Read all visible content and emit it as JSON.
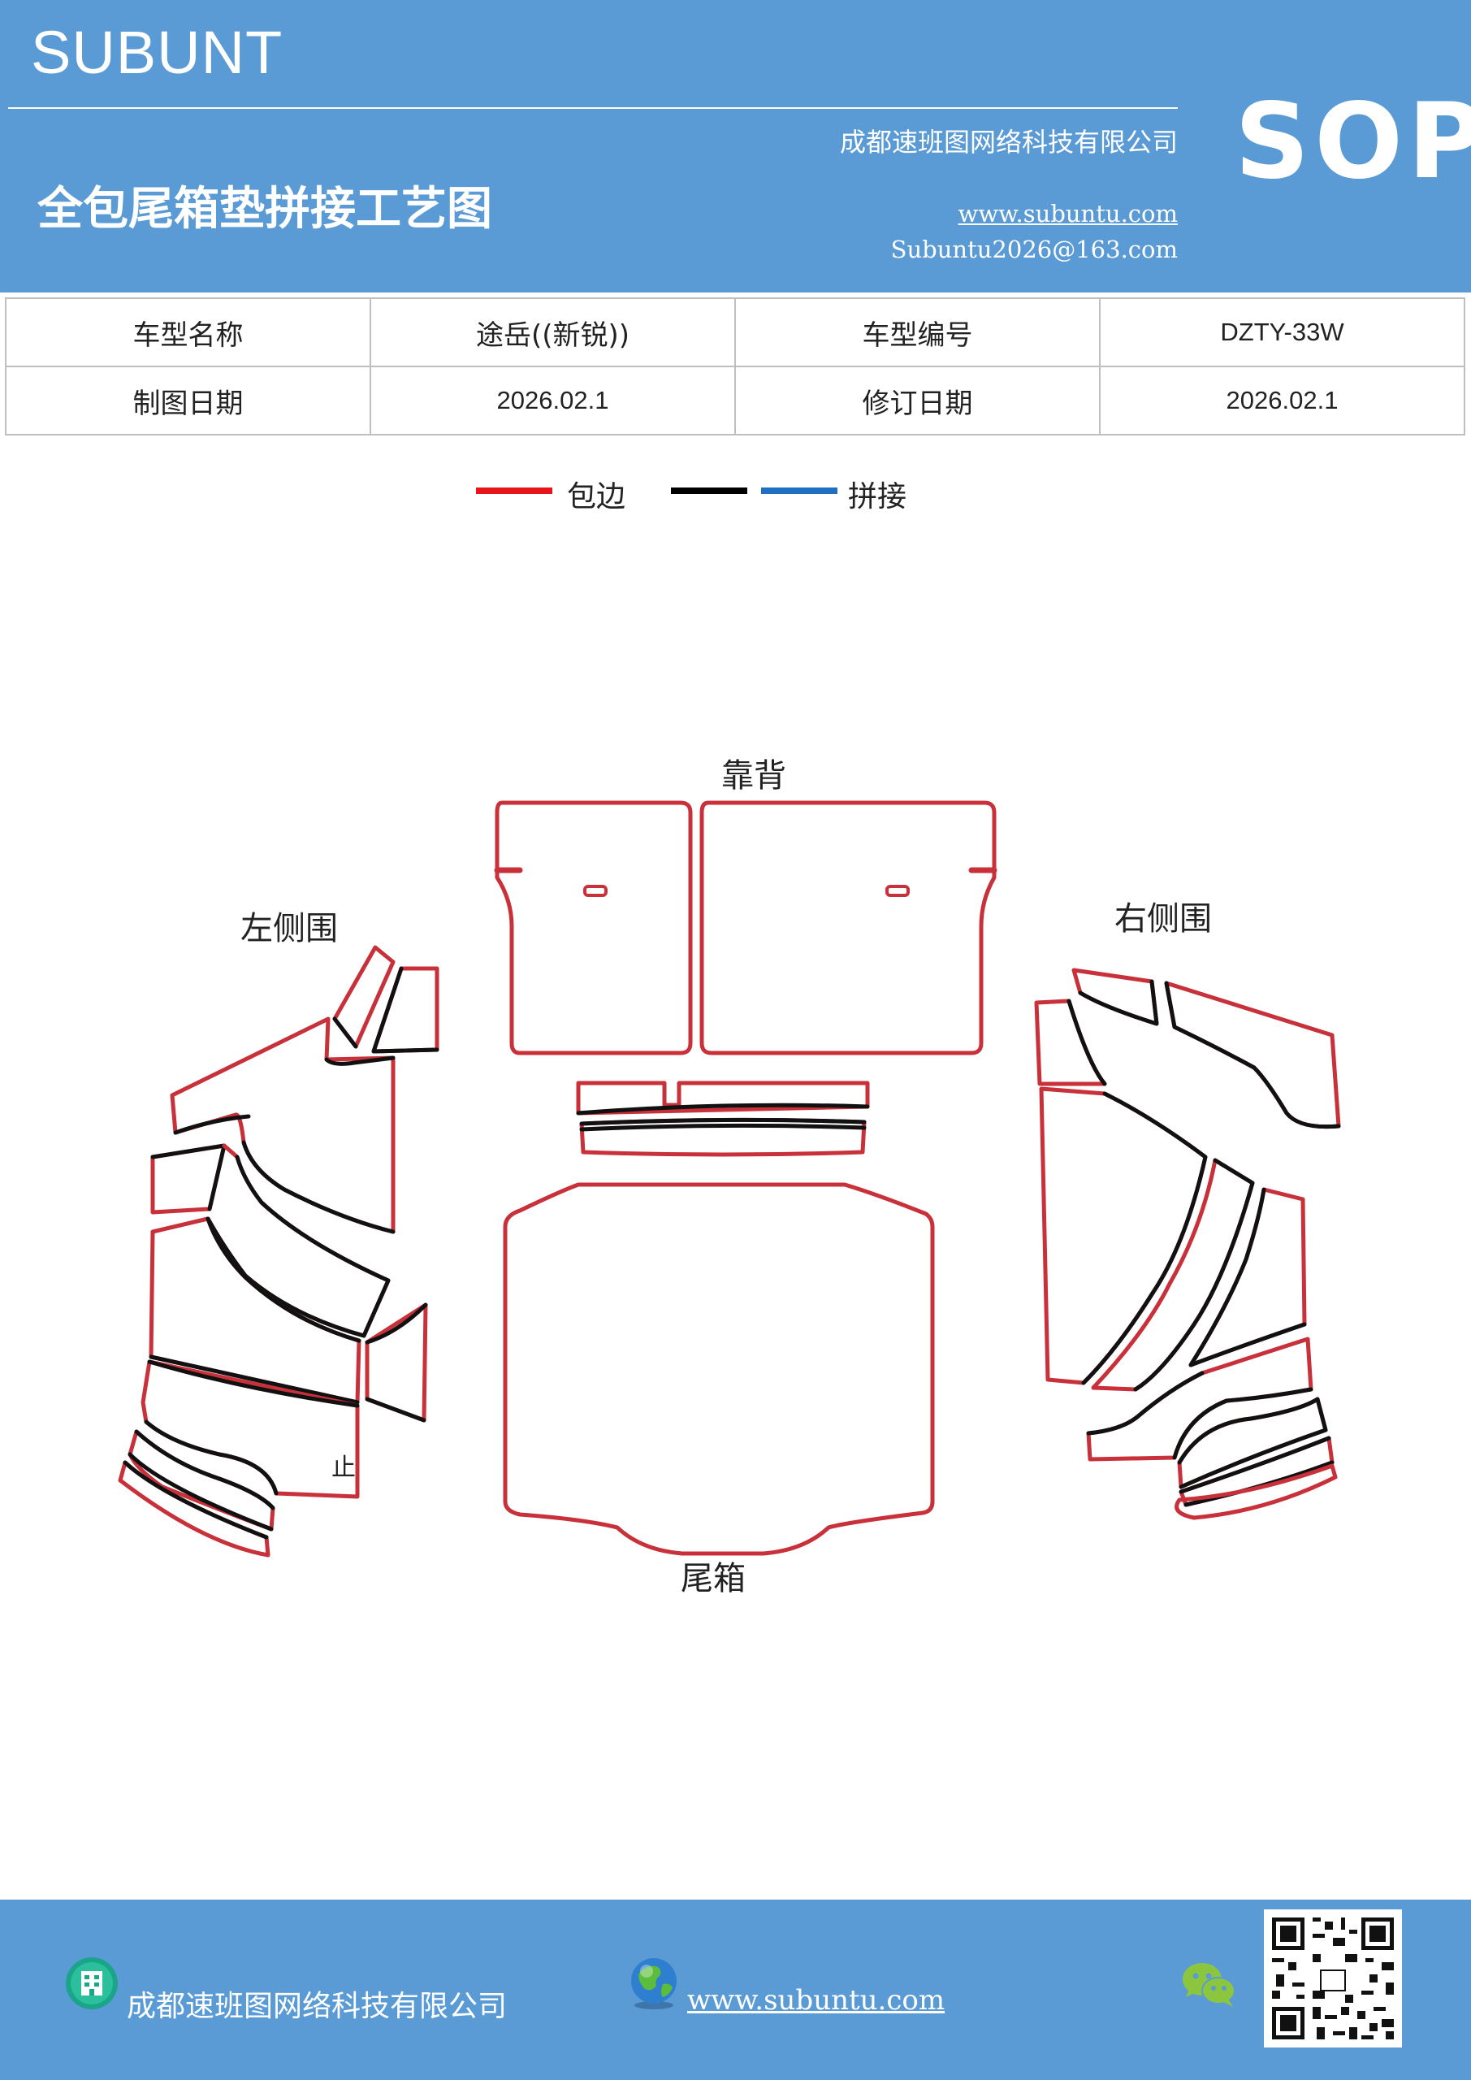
{
  "header": {
    "brand": "SUBUNT",
    "title": "全包尾箱垫拼接工艺图",
    "company": "成都速班图网络科技有限公司",
    "website": "www.subuntu.com",
    "email": "Subuntu2026@163.com",
    "badge": "SOP"
  },
  "info_table": {
    "rows": [
      [
        "车型名称",
        "途岳((新锐))",
        "车型编号",
        "DZTY-33W"
      ],
      [
        "制图日期",
        "2026.02.1",
        "修订日期",
        "2026.02.1"
      ]
    ]
  },
  "legend": {
    "items": [
      {
        "label": "包边",
        "color": "#e8141b"
      },
      {
        "label": "",
        "color": "#000000"
      },
      {
        "label": "拼接",
        "color": "#1f6fc5"
      }
    ]
  },
  "diagram": {
    "labels": {
      "back": "靠背",
      "left": "左侧围",
      "right": "右侧围",
      "trunk": "尾箱",
      "mark": "止"
    },
    "colors": {
      "edge": "#c8303a",
      "seam": "#111111"
    }
  },
  "footer": {
    "company": "成都速班图网络科技有限公司",
    "website": "www.subuntu.com"
  },
  "icons": [
    "building-icon",
    "globe-icon",
    "wechat-icon",
    "qr-code"
  ]
}
